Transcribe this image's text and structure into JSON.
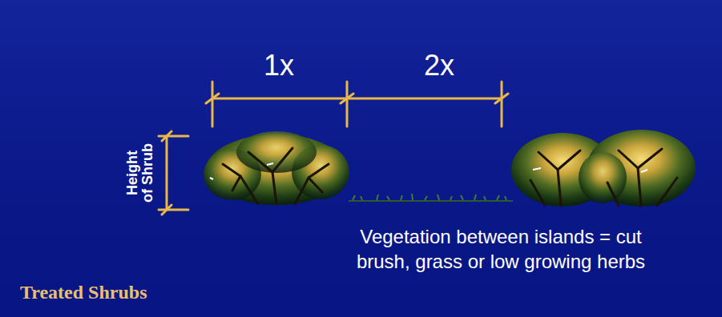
{
  "diagram": {
    "caption": "Treated Shrubs",
    "labels": [
      "1x",
      "2x",
      "Height of Shrub",
      "Vegetation between islands = cut brush, grass or low growing herbs"
    ]
  }
}
